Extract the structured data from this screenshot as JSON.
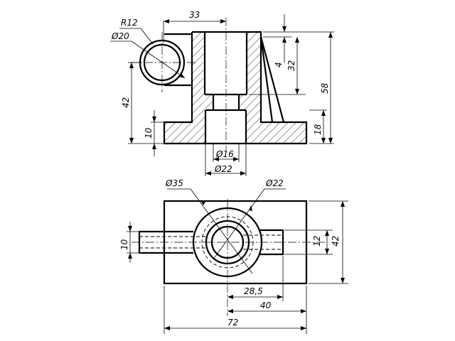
{
  "drawing": {
    "labels": {
      "r12": "R12",
      "d20": "Ø20",
      "top33": "33",
      "d4": "4",
      "d32": "32",
      "d58": "58",
      "d42": "42",
      "d10": "10",
      "d18": "18",
      "d16": "Ø16",
      "d22": "Ø22",
      "p_d35": "Ø35",
      "p_d22": "Ø22",
      "p_10": "10",
      "p_12": "12",
      "p_42": "42",
      "p_285": "28,5",
      "p_40": "40",
      "p_72": "72"
    }
  }
}
